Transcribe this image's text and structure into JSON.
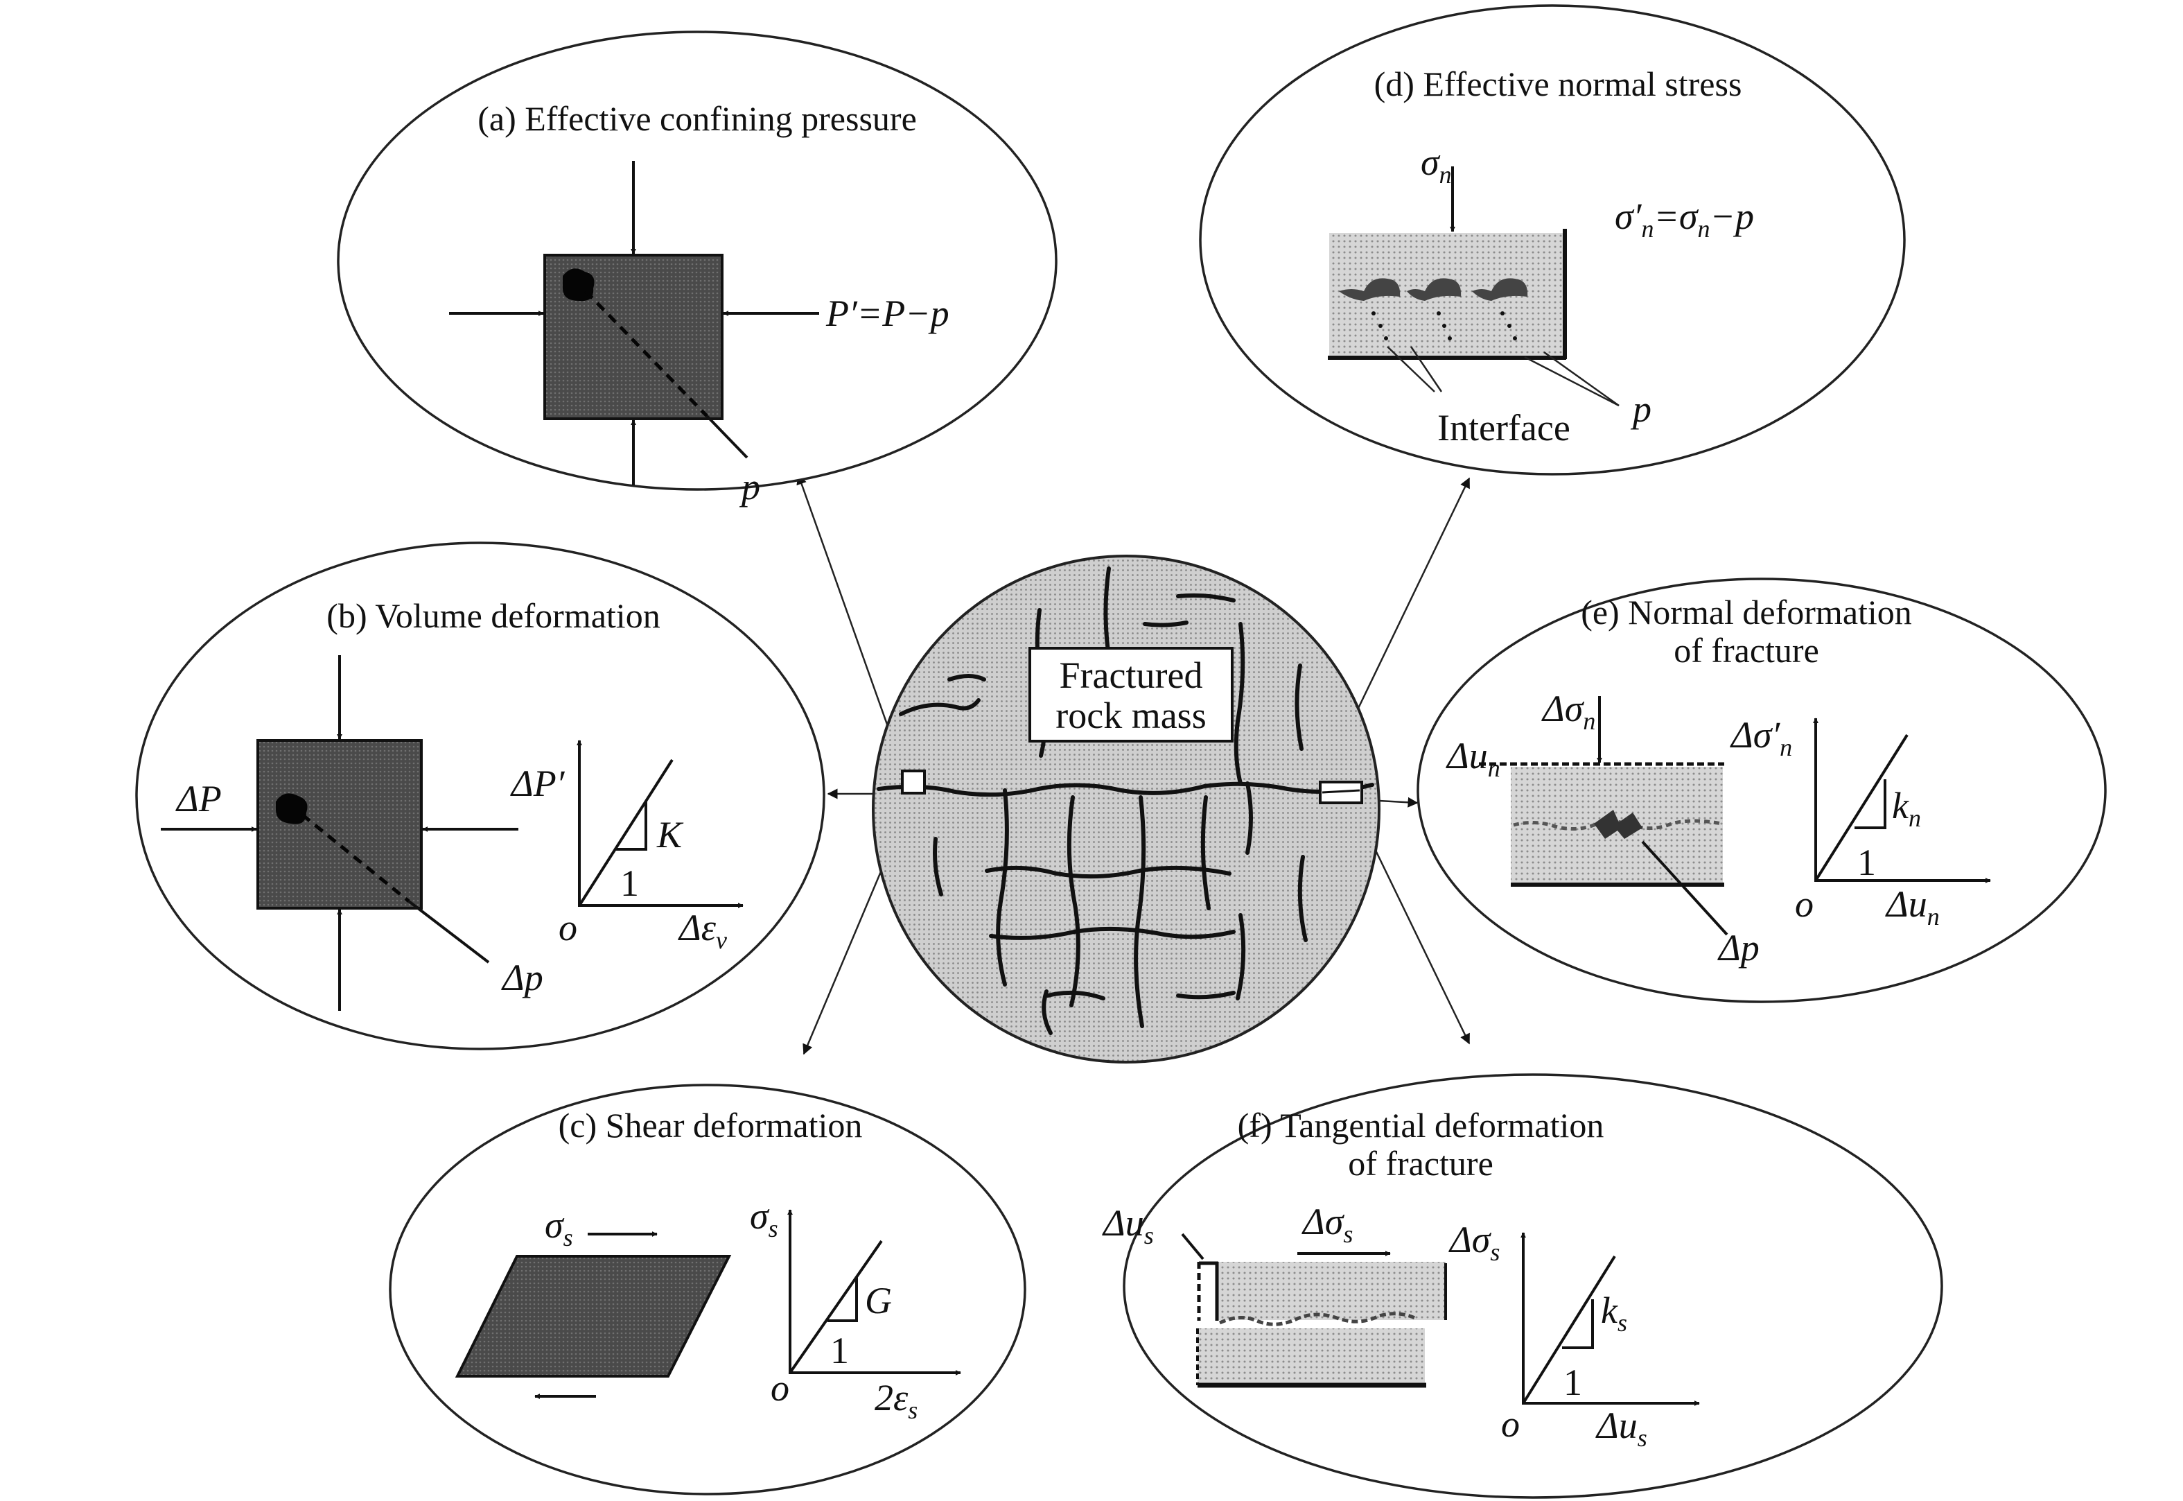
{
  "panels": {
    "a": {
      "title": "(a) Effective confining pressure",
      "formula": "P′=P−p",
      "p_label": "p"
    },
    "b": {
      "title": "(b) Volume deformation",
      "load": "ΔP",
      "axis_y": "ΔP′",
      "axis_x_main": "Δε",
      "axis_x_sub": "v",
      "slope": "K",
      "unit": "1",
      "origin": "o",
      "p_label": "Δp"
    },
    "c": {
      "title": "(c) Shear deformation",
      "stress_main": "σ",
      "stress_sub": "s",
      "axis_y_main": "σ",
      "axis_y_sub": "s",
      "axis_x_main": "2ε",
      "axis_x_sub": "s",
      "slope": "G",
      "unit": "1",
      "origin": "o"
    },
    "d": {
      "title": "(d) Effective normal stress",
      "stress_main": "σ",
      "stress_sub": "n",
      "formula_pre": "σ′",
      "formula_sub1": "n",
      "formula_mid": "=σ",
      "formula_sub2": "n",
      "formula_post": "−p",
      "interface": "Interface",
      "p_label": "p"
    },
    "e": {
      "title_line1": "(e) Normal deformation",
      "title_line2": "of fracture",
      "load_main": "Δσ",
      "load_sub": "n",
      "disp_main": "Δu",
      "disp_sub": "n",
      "axis_y_main": "Δσ′",
      "axis_y_sub": "n",
      "axis_x_main": "Δu",
      "axis_x_sub": "n",
      "slope_main": "k",
      "slope_sub": "n",
      "unit": "1",
      "origin": "o",
      "p_label": "Δp"
    },
    "f": {
      "title_line1": "(f) Tangential deformation",
      "title_line2": "of fracture",
      "disp_main": "Δu",
      "disp_sub": "s",
      "load_main": "Δσ",
      "load_sub": "s",
      "axis_y_main": "Δσ",
      "axis_y_sub": "s",
      "axis_x_main": "Δu",
      "axis_x_sub": "s",
      "slope_main": "k",
      "slope_sub": "s",
      "unit": "1",
      "origin": "o"
    }
  },
  "center": {
    "label_line1": "Fractured",
    "label_line2": "rock mass"
  },
  "colors": {
    "ink": "#111111",
    "dark_fill": "#4a4a4a",
    "light_fill": "#d4d4d4",
    "rock_fill": "#cfcfcf"
  }
}
